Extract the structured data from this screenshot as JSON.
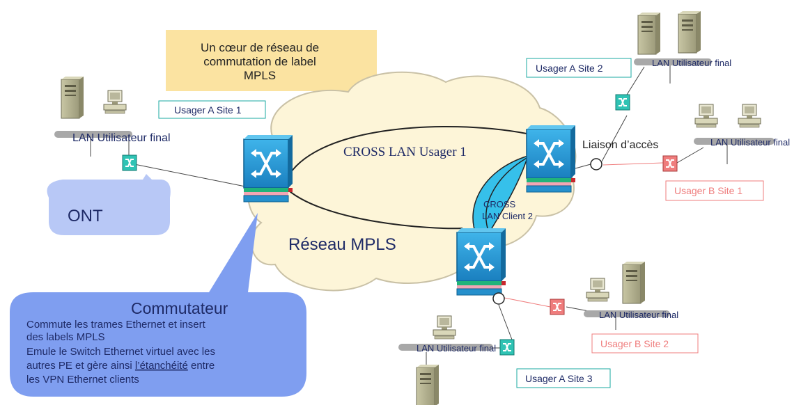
{
  "colors": {
    "cloud_fill": "#fdf5d8",
    "cloud_stroke": "#c9c1a6",
    "core_note_fill": "#fbe3a1",
    "callout_fill": "#7f9ef0",
    "ont_fill": "#b8c8f6",
    "switch_fill": "#2a9fd6",
    "site_a_color": "#1aa8a0",
    "site_b_color": "#ef7d7d",
    "lan_bar": "#a8a8a8",
    "cross_lan2_fill": "#36c0ea"
  },
  "core_note": {
    "line1": "Un cœur de réseau de",
    "line2": "commutation de label",
    "line3": "MPLS"
  },
  "network_label": "Réseau MPLS",
  "cross_lan_1": "CROSS LAN Usager 1",
  "cross_lan_2": {
    "line1": "CROSS",
    "line2": "LAN Client 2"
  },
  "access_link_label": "Liaison d’accès",
  "site_labels": {
    "a1": "Usager A Site 1",
    "a2": "Usager A Site 2",
    "a3": "Usager A Site 3",
    "b1": "Usager B Site 1",
    "b2": "Usager B Site 2"
  },
  "lan_labels": {
    "left": "LAN Utilisateur final",
    "top_right": "LAN Utilisateur final",
    "right": "LAN Utilisateur final",
    "bottom_right": "LAN Utilisateur final",
    "bottom": "LAN Utilisateur final"
  },
  "ont_callout": "ONT",
  "switch_callout": {
    "title": "Commutateur",
    "line1": "Commute les trames Ethernet et insert",
    "line2": "des labels MPLS",
    "line3": "Emule le Switch Ethernet virtuel avec les",
    "line4_prefix": "autres PE et gère ainsi ",
    "line4_underlined": "l’étanchéité",
    "line4_suffix": " entre",
    "line5": "les VPN Ethernet clients"
  },
  "icons": {
    "pe_switch": "router-switch-icon",
    "ce_switch": "small-switch-icon",
    "server": "tower-server-icon",
    "workstation": "workstation-icon",
    "port": "access-port-icon"
  }
}
